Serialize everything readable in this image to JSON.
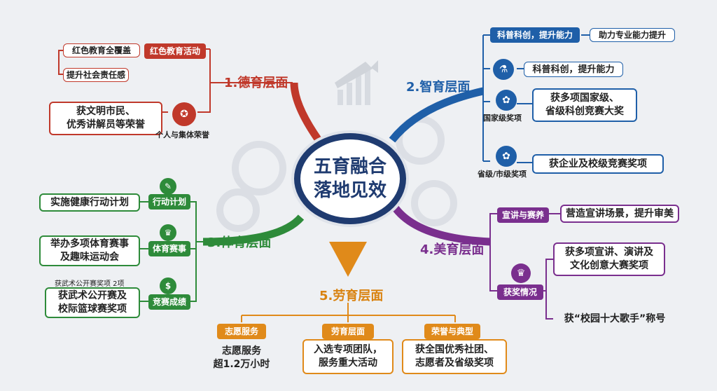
{
  "center": {
    "line1": "五育融合",
    "line2": "落地见效"
  },
  "colors": {
    "red": "#c0392b",
    "blue": "#1f5fa8",
    "green": "#2e8b3a",
    "orange": "#e08a1a",
    "purple": "#7a2f8e"
  },
  "moral": {
    "title": "1.德育层面",
    "tag_red_edu": "红色教育活动",
    "item_coverage": "红色教育全覆盖",
    "item_responsibility": "提升社会责任感",
    "honor_box": "获文明市民、\n优秀讲解员等荣誉",
    "honor_caption": "个人与集体荣誉"
  },
  "intellect": {
    "title": "2.智育层面",
    "tag_science": "科普科创，提升能力",
    "item_professional": "助力专业能力提升",
    "item_science": "科普科创，提升能力",
    "national_box": "获多项国家级、\n省级科创竞赛大奖",
    "national_caption": "国家级奖项",
    "city_box": "获企业及校级竞赛奖项",
    "city_caption": "省级/市级奖项"
  },
  "physical": {
    "title": "3.体育层面",
    "tag_plan": "行动计划",
    "plan_box": "实施健康行动计划",
    "tag_sports": "体育赛事",
    "sports_box": "举办多项体育赛事\n及趣味运动会",
    "tag_results": "竞赛成绩",
    "results_note": "获武术公开赛奖项 2项",
    "results_box": "获武术公开赛及\n校际篮球赛奖项"
  },
  "aesthetic": {
    "title": "4.美育层面",
    "tag_speech": "宣讲与赛养",
    "speech_box": "营造宣讲场景，提升审美",
    "tag_awards": "获奖情况",
    "awards_box": "获多项宣讲、演讲及\n文化创意大赛奖项",
    "singer_box": "获“校园十大歌手”称号"
  },
  "labor": {
    "title": "5.劳育层面",
    "tag_volunteer": "志愿服务",
    "volunteer_box": "志愿服务\n超1.2万小时",
    "tag_labor": "劳育层面",
    "labor_box": "入选专项团队，\n服务重大活动",
    "tag_honor": "荣誉与典型",
    "honor_box": "获全国优秀社团、\n志愿者及省级奖项"
  },
  "icons": [
    "medal-icon",
    "lightbulb-icon",
    "flask-icon",
    "trophy-icon",
    "award-icon",
    "checklist-icon",
    "cup-icon",
    "prize-icon",
    "speech-icon"
  ]
}
